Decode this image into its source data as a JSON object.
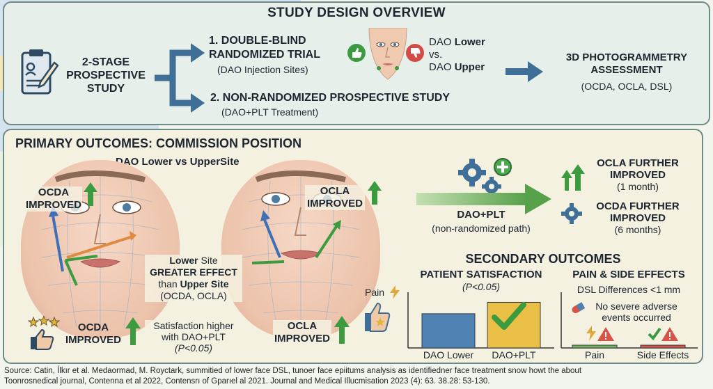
{
  "title": "STUDY DESIGN OVERVIEW",
  "design": {
    "stage_label_1": "2-STAGE",
    "stage_label_2": "PROSPECTIVE",
    "stage_label_3": "STUDY",
    "trial_title_1": "1. DOUBLE-BLIND",
    "trial_title_2": "RANDOMIZED TRIAL",
    "trial_subtitle": "(DAO Injection Sites)",
    "comparison_a_prefix": "DAO ",
    "comparison_a_bold": "Lower",
    "comparison_vs": "vs.",
    "comparison_b_prefix": "DAO ",
    "comparison_b_bold": "Upper",
    "nonrand_title": "2. NON-RANDOMIZED PROSPECTIVE STUDY",
    "nonrand_subtitle": "(DAO+PLT Treatment)",
    "photo_title_1": "3D PHOTOGRAMMETRY",
    "photo_title_2": "ASSESSMENT",
    "photo_subtitle": "(OCDA, OCLA, DSL)"
  },
  "primary": {
    "heading": "PRIMARY OUTCOMES: COMMISSION POSITION",
    "subheading": "DAO Lower vs UpperSite",
    "left_face_label_1": "OCDA",
    "left_face_label_2": "IMPROVED",
    "right_face_label_1": "OCLA",
    "right_face_label_2": "IMPROVED",
    "mid_line1_a": "Lower",
    "mid_line1_b": " Site",
    "mid_line2": "GREATER EFFECT",
    "mid_line3_a": "than ",
    "mid_line3_b": "Upper Site",
    "mid_line4": "(OCDA, OCLA)",
    "bottom_left_1": "OCDA",
    "bottom_left_2": "IMPROVED",
    "satisfaction_1": "Satisfaction higher",
    "satisfaction_2": "with DAO+PLT",
    "satisfaction_3": "(P<0.05)",
    "bottom_right_1": "OCLA",
    "bottom_right_2": "IMPROVED"
  },
  "path": {
    "label": "DAO+PLT",
    "sublabel": "(non-randomized path)"
  },
  "further": {
    "ocla_1": "OCLA FURTHER",
    "ocla_2": "IMPROVED",
    "ocla_3": "(1 month)",
    "ocda_1": "OCDA FURTHER",
    "ocda_2": "IMPROVED",
    "ocda_3": "(6 months)"
  },
  "secondary": {
    "heading": "SECONDARY OUTCOMES",
    "satisfaction_title": "PATIENT SATISFACTION",
    "satisfaction_p": "(P<0.05)",
    "pain_label": "Pain",
    "pain_title": "PAIN & SIDE EFFECTS",
    "dsl_note": "DSL Differences <1 mm",
    "adverse_1": "No severe adverse",
    "adverse_2": "events occurred"
  },
  "chart_data": [
    {
      "type": "bar",
      "title": "PATIENT SATISFACTION",
      "subtitle": "(P<0.05)",
      "categories": [
        "DAO Lower",
        "DAO+PLT"
      ],
      "values": [
        0.63,
        0.84
      ],
      "colors": [
        "#4f81b2",
        "#e9bf45"
      ]
    },
    {
      "type": "bar",
      "title": "PAIN & SIDE EFFECTS",
      "categories": [
        "Pain",
        "Side Effects"
      ],
      "values": [
        0.05,
        0.05
      ],
      "colors": [
        "#79b35c",
        "#d65548"
      ]
    }
  ],
  "footer": {
    "line1": "Source: Catin, Ílkır et al. Medaormad, M. Royctark, summitied of lower face DSL, tunoer face epiitums analysis as identifiedner face treatment snow howt the about",
    "line2": "Toonrosnedical journal, Contenna et al 2022, Contensrı of Gparıel al 2021. Journal and Medical Illucmisation 2023 (4): 63. 38.28: 53-130."
  },
  "colors": {
    "green_arrow": "#3b9b3e",
    "blue_arrow": "#3f6f96",
    "panel_border": "#6e8a86"
  }
}
